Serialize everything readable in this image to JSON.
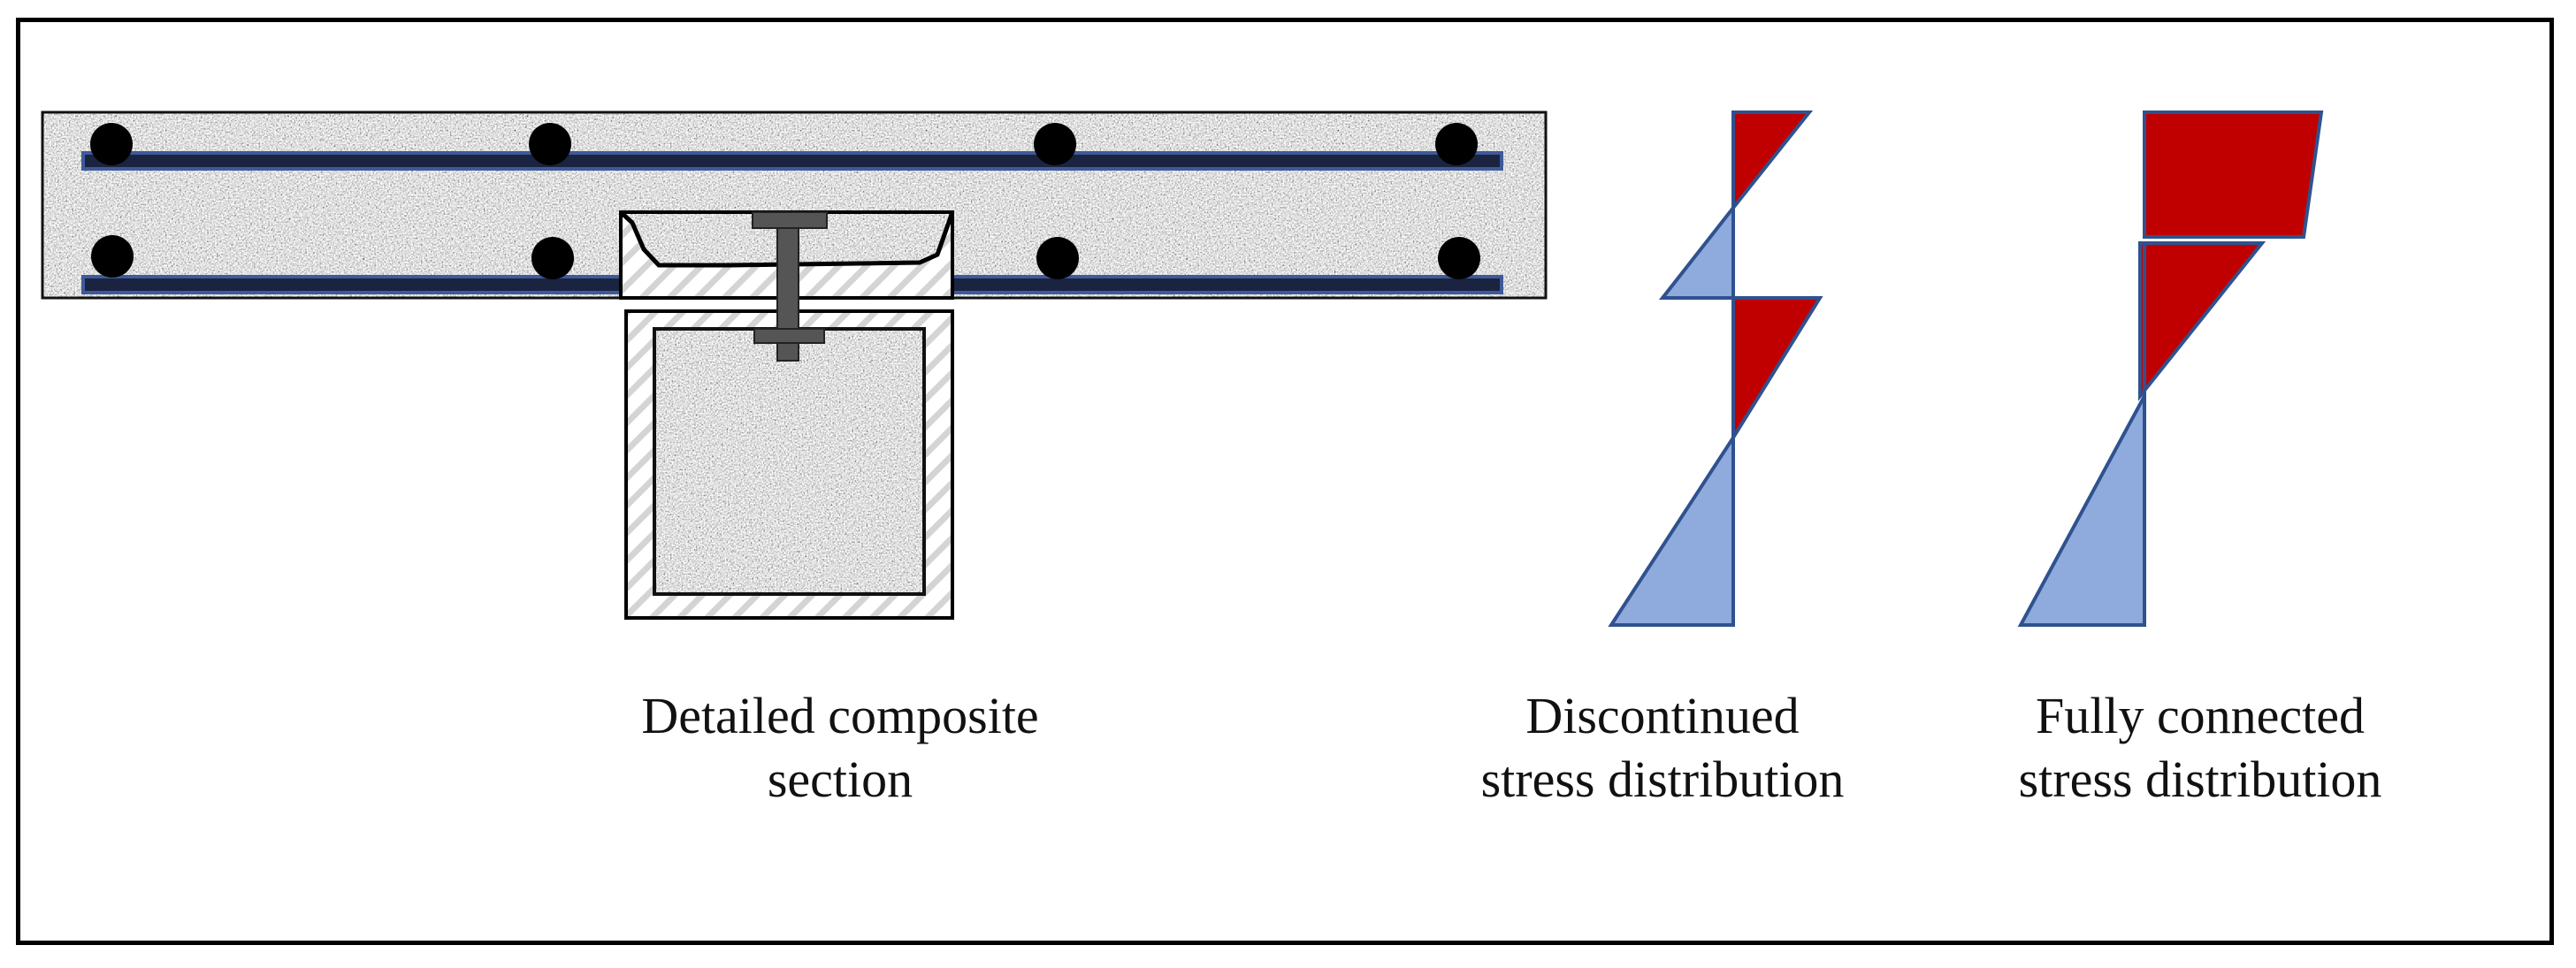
{
  "captions": {
    "section": {
      "line1": "Detailed composite",
      "line2": "section"
    },
    "discontinued": {
      "line1": "Discontinued",
      "line2": "stress distribution"
    },
    "fully_connected": {
      "line1": "Fully connected",
      "line2": "stress distribution"
    }
  },
  "colors": {
    "frame": "#000000",
    "concrete_base": "#b4b4b4",
    "rebar_bar": "#1a2340",
    "rebar_outline": "#3e5a9a",
    "rebar_dot": "#000000",
    "steel_hatch": "#d4d4d4",
    "connector": "#555555",
    "tension_fill": "#c00000",
    "compression_fill": "#8faadc",
    "stress_outline": "#2f528f"
  },
  "legend_semantics": {
    "tension_color_name": "red",
    "compression_color_name": "blue"
  }
}
